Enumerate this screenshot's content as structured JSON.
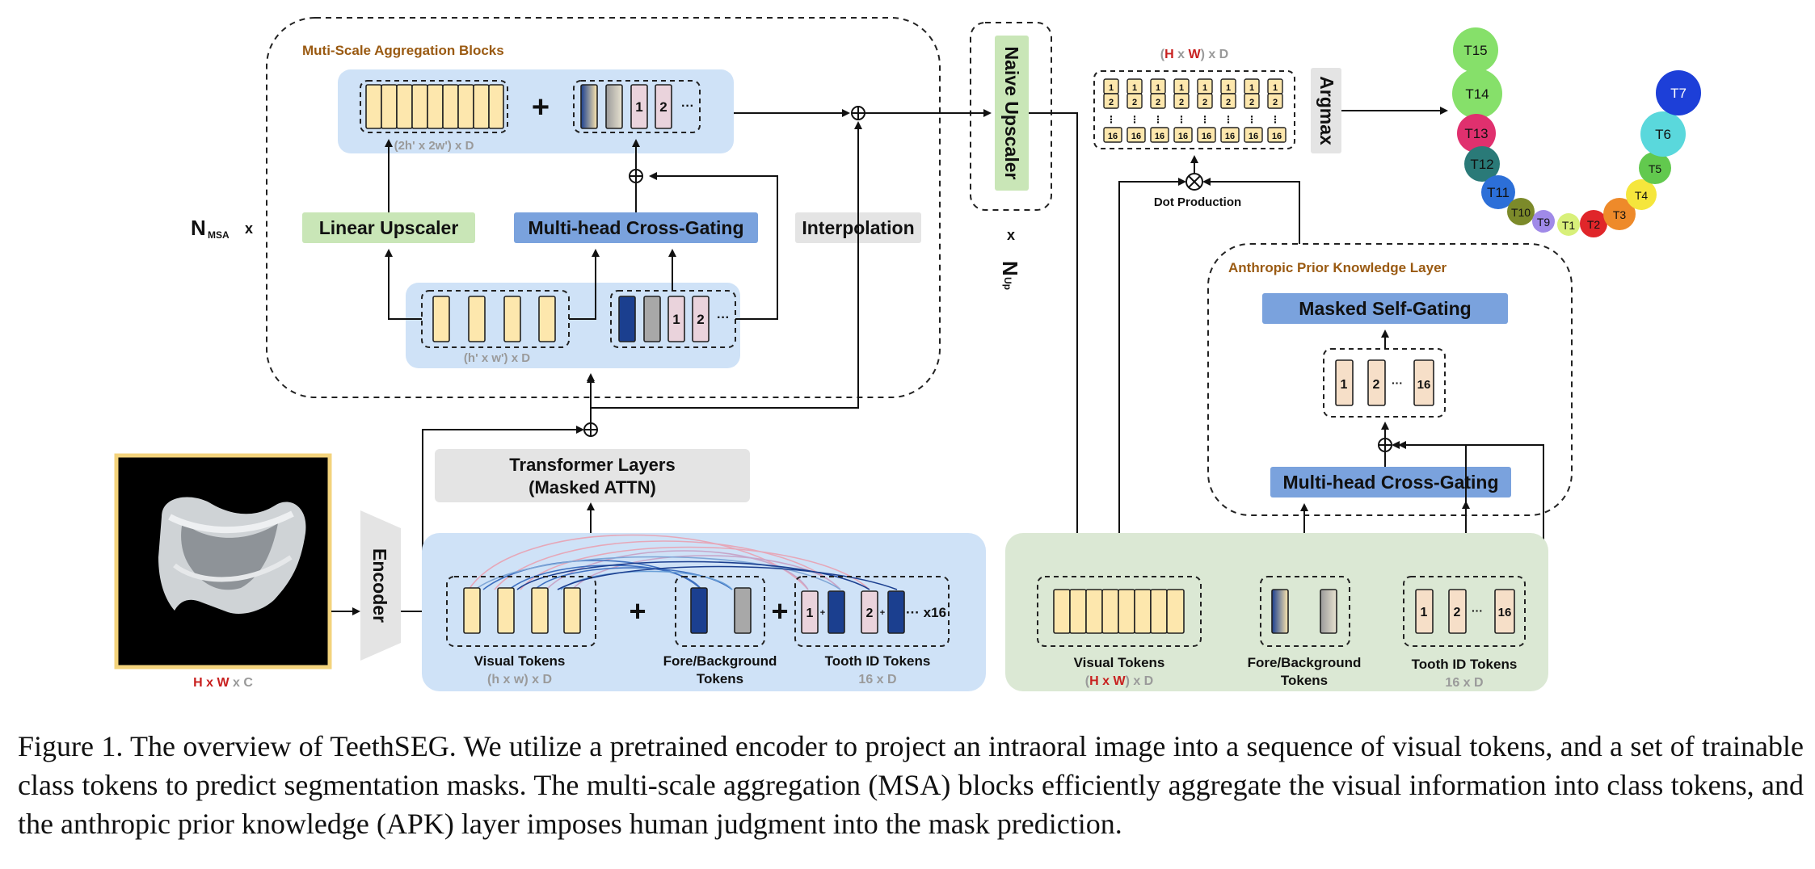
{
  "msa": {
    "title": "Muti-Scale Aggregation Blocks",
    "repeat_prefix": "N",
    "repeat_sub": "MSA",
    "repeat_times": "x",
    "top_dim": "(2h' x 2w') x D",
    "low_dim": "(h' x w') x D",
    "plus": "+",
    "ellipsis": "···",
    "token_1": "1",
    "token_2": "2",
    "linear_upscaler": "Linear Upscaler",
    "cross_gating": "Multi-head Cross-Gating",
    "interpolation": "Interpolation"
  },
  "upscaler": {
    "label": "Naive Upscaler",
    "repeat_times": "x",
    "repeat_prefix": "N",
    "repeat_sub": "Up"
  },
  "output": {
    "dim_open": "(",
    "dim_H": "H",
    "dim_x": " x ",
    "dim_W": "W",
    "dim_close": ") x D",
    "cell_top": "1",
    "cell_mid": "2",
    "cell_bottom": "16",
    "dot_production": "Dot Production",
    "argmax": "Argmax"
  },
  "teeth": [
    "T15",
    "T14",
    "T13",
    "T12",
    "T11",
    "T10",
    "T9",
    "T1",
    "T2",
    "T3",
    "T4",
    "T5",
    "T6",
    "T7"
  ],
  "apk": {
    "title": "Anthropic Prior Knowledge Layer",
    "self_gating": "Masked Self-Gating",
    "cross_gating": "Multi-head Cross-Gating",
    "token_1": "1",
    "token_2": "2",
    "ellipsis": "···",
    "token_16": "16"
  },
  "input": {
    "dim_H": "H",
    "dim_x": " x ",
    "dim_W": "W",
    "dim_C": " x C"
  },
  "encoder": {
    "label": "Encoder"
  },
  "transformer": {
    "line1": "Transformer Layers",
    "line2": "(Masked ATTN)"
  },
  "tokens": {
    "visual_label": "Visual Tokens",
    "visual_dim": "(h x w) x D",
    "fore_label_1": "Fore/Background",
    "fore_label_2": "Tokens",
    "tooth_label": "Tooth ID Tokens",
    "tooth_dim": "16 x D",
    "plus": "+",
    "t1": "1",
    "t2": "2",
    "small_plus": "+",
    "x16": "··· x16"
  },
  "right_tokens": {
    "visual_label": "Visual Tokens",
    "dim_open": "(",
    "dim_H": "H",
    "dim_x": " x ",
    "dim_W": "W",
    "dim_close": ") x D",
    "fore_label_1": "Fore/Background",
    "fore_label_2": "Tokens",
    "tooth_label": "Tooth ID Tokens",
    "tooth_dim": "16 x D",
    "t1": "1",
    "t2": "2",
    "ellipsis": "···",
    "t16": "16"
  },
  "caption": "Figure 1. The overview of TeethSEG. We utilize a pretrained encoder to project an intraoral image into a sequence of visual tokens, and a set of trainable class tokens to predict segmentation masks. The multi-scale aggregation (MSA) blocks efficiently aggregate the visual information into class tokens, and the anthropic prior knowledge (APK) layer imposes human judgment into the mask prediction.",
  "colors": {
    "blue_panel": "#cfe2f7",
    "green_panel": "#dbe8d4",
    "token_yellow": "#fde7ad",
    "token_pink": "#ead3dc",
    "token_navy": "#1b3f8f",
    "token_gray": "#a8a8a8",
    "linear_green": "#c9e6b7",
    "cross_blue": "#7aa2dd",
    "gray_box": "#e4e4e4",
    "red_text": "#c8201f",
    "brown_title": "#9a5a12"
  }
}
